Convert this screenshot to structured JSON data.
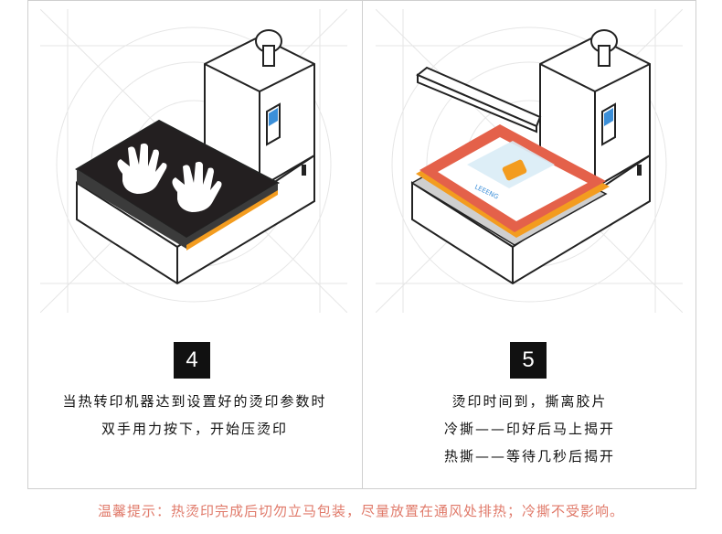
{
  "steps": [
    {
      "number": "4",
      "lines": [
        "当热转印机器达到设置好的烫印参数时",
        "双手用力按下，开始压烫印"
      ]
    },
    {
      "number": "5",
      "lines": [
        "烫印时间到，撕离胶片",
        "冷撕——印好后马上揭开",
        "热撕——等待几秒后揭开"
      ]
    }
  ],
  "illustration": {
    "left_caption": "",
    "right_logo_text": "LEEENG"
  },
  "tip": "温馨提示：热烫印完成后切勿立马包装，尽量放置在通风处排热；冷撕不受影响。",
  "colors": {
    "badge": "#111111",
    "tip_text": "#e07a6a",
    "orange": "#f39c1f",
    "red_frame": "#e4614a",
    "screen_blue": "#3b8fd9"
  }
}
